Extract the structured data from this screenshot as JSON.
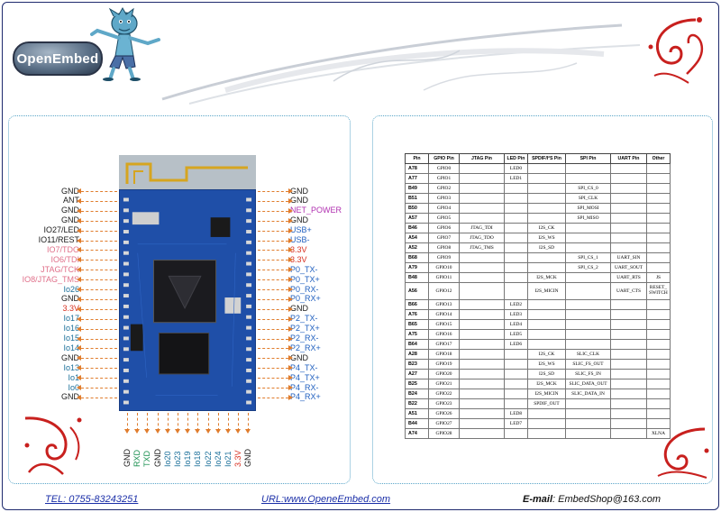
{
  "brand": {
    "logo_text": "OpenEmbed"
  },
  "colors": {
    "gnd": "#1a1a1a",
    "power": "#d83020",
    "usb": "#1f5fbf",
    "net": "#b030b0",
    "io": "#1b6f9a",
    "jtag": "#e0708a",
    "uart": "#1a9050",
    "arrow": "#e07c2c"
  },
  "left_pins": [
    {
      "label": "GND",
      "kind": "gnd"
    },
    {
      "label": "ANT",
      "kind": "gnd"
    },
    {
      "label": "GND",
      "kind": "gnd"
    },
    {
      "label": "GND",
      "kind": "gnd"
    },
    {
      "label": "IO27/LED",
      "kind": "gnd"
    },
    {
      "label": "IO11/REST",
      "kind": "gnd"
    },
    {
      "label": "IO7/TDO",
      "kind": "jtag"
    },
    {
      "label": "IO6/TDI",
      "kind": "jtag"
    },
    {
      "label": "JTAG/TCK",
      "kind": "jtag"
    },
    {
      "label": "IO8/JTAG_TMS",
      "kind": "jtag"
    },
    {
      "label": "Io26",
      "kind": "io"
    },
    {
      "label": "GND",
      "kind": "gnd"
    },
    {
      "label": "3.3V",
      "kind": "power"
    },
    {
      "label": "Io17",
      "kind": "io"
    },
    {
      "label": "Io16",
      "kind": "io"
    },
    {
      "label": "Io15",
      "kind": "io"
    },
    {
      "label": "Io14",
      "kind": "io"
    },
    {
      "label": "GND",
      "kind": "gnd"
    },
    {
      "label": "Io13",
      "kind": "io"
    },
    {
      "label": "Io1",
      "kind": "io"
    },
    {
      "label": "Io0",
      "kind": "io"
    },
    {
      "label": "GND",
      "kind": "gnd"
    }
  ],
  "right_pins": [
    {
      "label": "GND",
      "kind": "gnd"
    },
    {
      "label": "GND",
      "kind": "gnd"
    },
    {
      "label": "NET_POWER",
      "kind": "net"
    },
    {
      "label": "GND",
      "kind": "gnd"
    },
    {
      "label": "USB+",
      "kind": "usb"
    },
    {
      "label": "USB-",
      "kind": "usb"
    },
    {
      "label": "3.3V",
      "kind": "power"
    },
    {
      "label": "3.3V",
      "kind": "power"
    },
    {
      "label": "P0_TX-",
      "kind": "usb"
    },
    {
      "label": "P0_TX+",
      "kind": "usb"
    },
    {
      "label": "P0_RX-",
      "kind": "usb"
    },
    {
      "label": "P0_RX+",
      "kind": "usb"
    },
    {
      "label": "GND",
      "kind": "gnd"
    },
    {
      "label": "P2_TX-",
      "kind": "usb"
    },
    {
      "label": "P2_TX+",
      "kind": "usb"
    },
    {
      "label": "P2_RX-",
      "kind": "usb"
    },
    {
      "label": "P2_RX+",
      "kind": "usb"
    },
    {
      "label": "GND",
      "kind": "gnd"
    },
    {
      "label": "P4_TX-",
      "kind": "usb"
    },
    {
      "label": "P4_TX+",
      "kind": "usb"
    },
    {
      "label": "P4_RX-",
      "kind": "usb"
    },
    {
      "label": "P4_RX+",
      "kind": "usb"
    }
  ],
  "bottom_pins": [
    {
      "label": "GND",
      "kind": "gnd"
    },
    {
      "label": "RXD",
      "kind": "uart"
    },
    {
      "label": "TXD",
      "kind": "uart"
    },
    {
      "label": "GND",
      "kind": "gnd"
    },
    {
      "label": "Io20",
      "kind": "io"
    },
    {
      "label": "Io23",
      "kind": "io"
    },
    {
      "label": "Io19",
      "kind": "io"
    },
    {
      "label": "Io18",
      "kind": "io"
    },
    {
      "label": "Io22",
      "kind": "io"
    },
    {
      "label": "Io24",
      "kind": "io"
    },
    {
      "label": "Io21",
      "kind": "io"
    },
    {
      "label": "3.3V",
      "kind": "power"
    },
    {
      "label": "GND",
      "kind": "gnd"
    }
  ],
  "table": {
    "headers": [
      "Pin",
      "GPIO Pin",
      "JTAG Pin",
      "LED Pin",
      "SPDIF/I²S Pin",
      "SPI Pin",
      "UART Pin",
      "Other"
    ],
    "rows": [
      [
        "A78",
        "GPIO0",
        "",
        "LED0",
        "",
        "",
        "",
        ""
      ],
      [
        "A77",
        "GPIO1",
        "",
        "LED1",
        "",
        "",
        "",
        ""
      ],
      [
        "B49",
        "GPIO2",
        "",
        "",
        "",
        "SPI_CS_0",
        "",
        ""
      ],
      [
        "B51",
        "GPIO3",
        "",
        "",
        "",
        "SPI_CLK",
        "",
        ""
      ],
      [
        "B50",
        "GPIO4",
        "",
        "",
        "",
        "SPI_MOSI",
        "",
        ""
      ],
      [
        "A57",
        "GPIO5",
        "",
        "",
        "",
        "SPI_MISO",
        "",
        ""
      ],
      [
        "B46",
        "GPIO6",
        "JTAG_TDI",
        "",
        "I2S_CK",
        "",
        "",
        ""
      ],
      [
        "A54",
        "GPIO7",
        "JTAG_TDO",
        "",
        "I2S_WS",
        "",
        "",
        ""
      ],
      [
        "A52",
        "GPIO8",
        "JTAG_TMS",
        "",
        "I2S_SD",
        "",
        "",
        ""
      ],
      [
        "B68",
        "GPIO9",
        "",
        "",
        "",
        "SPI_CS_1",
        "UART_SIN",
        ""
      ],
      [
        "A79",
        "GPIO10",
        "",
        "",
        "",
        "SPI_CS_2",
        "UART_SOUT",
        ""
      ],
      [
        "B48",
        "GPIO11",
        "",
        "",
        "I2S_MCK",
        "",
        "UART_RTS",
        "JS"
      ],
      [
        "A56",
        "GPIO12",
        "",
        "",
        "I2S_MICIN",
        "",
        "UART_CTS",
        "RESET_ SWITCH"
      ],
      [
        "B66",
        "GPIO13",
        "",
        "LED2",
        "",
        "",
        "",
        ""
      ],
      [
        "A76",
        "GPIO14",
        "",
        "LED3",
        "",
        "",
        "",
        ""
      ],
      [
        "B65",
        "GPIO15",
        "",
        "LED4",
        "",
        "",
        "",
        ""
      ],
      [
        "A75",
        "GPIO16",
        "",
        "LED5",
        "",
        "",
        "",
        ""
      ],
      [
        "B64",
        "GPIO17",
        "",
        "LED6",
        "",
        "",
        "",
        ""
      ],
      [
        "A28",
        "GPIO18",
        "",
        "",
        "I2S_CK",
        "SLIC_CLK",
        "",
        ""
      ],
      [
        "B23",
        "GPIO19",
        "",
        "",
        "I2S_WS",
        "SLIC_FS_OUT",
        "",
        ""
      ],
      [
        "A27",
        "GPIO20",
        "",
        "",
        "I2S_SD",
        "SLIC_FS_IN",
        "",
        ""
      ],
      [
        "B25",
        "GPIO21",
        "",
        "",
        "I2S_MCK",
        "SLIC_DATA_OUT",
        "",
        ""
      ],
      [
        "B24",
        "GPIO22",
        "",
        "",
        "I2S_MICIN",
        "SLIC_DATA_IN",
        "",
        ""
      ],
      [
        "B22",
        "GPIO23",
        "",
        "",
        "SPDIF_OUT",
        "",
        "",
        ""
      ],
      [
        "A51",
        "GPIO26",
        "",
        "LED8",
        "",
        "",
        "",
        ""
      ],
      [
        "B44",
        "GPIO27",
        "",
        "LED7",
        "",
        "",
        "",
        ""
      ],
      [
        "A74",
        "GPIO28",
        "",
        "",
        "",
        "",
        "",
        "XLNA"
      ]
    ]
  },
  "footer": {
    "tel": "TEL: 0755-83243251",
    "url": "URL:www.OpeneEmbed.com",
    "email_label": "E-mail",
    "email_value": ": EmbedShop@163.com"
  }
}
